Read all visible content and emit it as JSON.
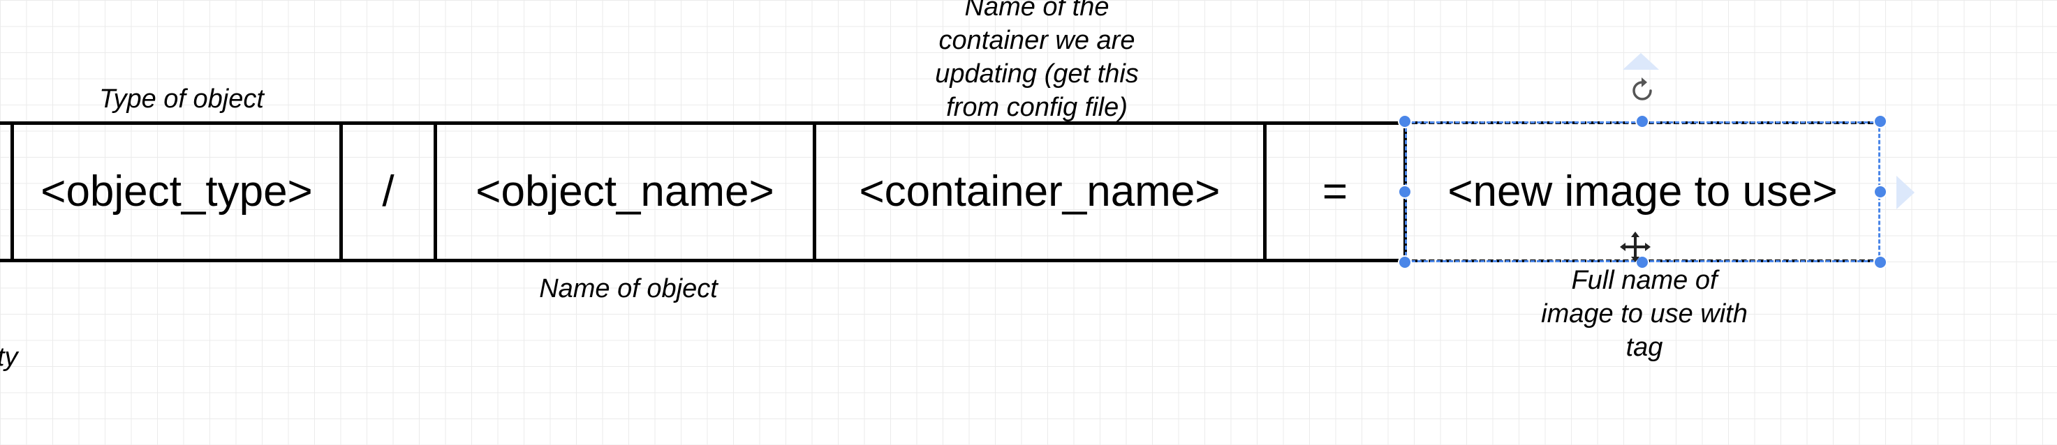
{
  "diagram": {
    "boxes": [
      {
        "label": ""
      },
      {
        "label": "<object_type>"
      },
      {
        "label": "/"
      },
      {
        "label": "<object_name>"
      },
      {
        "label": "<container_name>"
      },
      {
        "label": "="
      },
      {
        "label": "<new image to use>"
      }
    ],
    "notes": {
      "type_of_object": "Type of object",
      "container_name": "Name of the container we are updating (get this from config file)",
      "container_name_lines": [
        "Name of the",
        "container we are",
        "updating (get this",
        "from config file)"
      ],
      "name_of_object": "Name of object",
      "image_full_name": "Full name of image to use with tag",
      "image_full_name_lines": [
        "Full name of",
        "image to use with",
        "tag"
      ],
      "cut_off_left": "ty"
    }
  },
  "colors": {
    "selection": "#4a86e8",
    "grid": "#ebebeb",
    "hint_arrow": "#dce8fb"
  },
  "icons": {
    "rotate": "rotate-icon",
    "move": "move-icon",
    "arrow_up": "arrow-up-icon",
    "arrow_right": "arrow-right-icon"
  }
}
